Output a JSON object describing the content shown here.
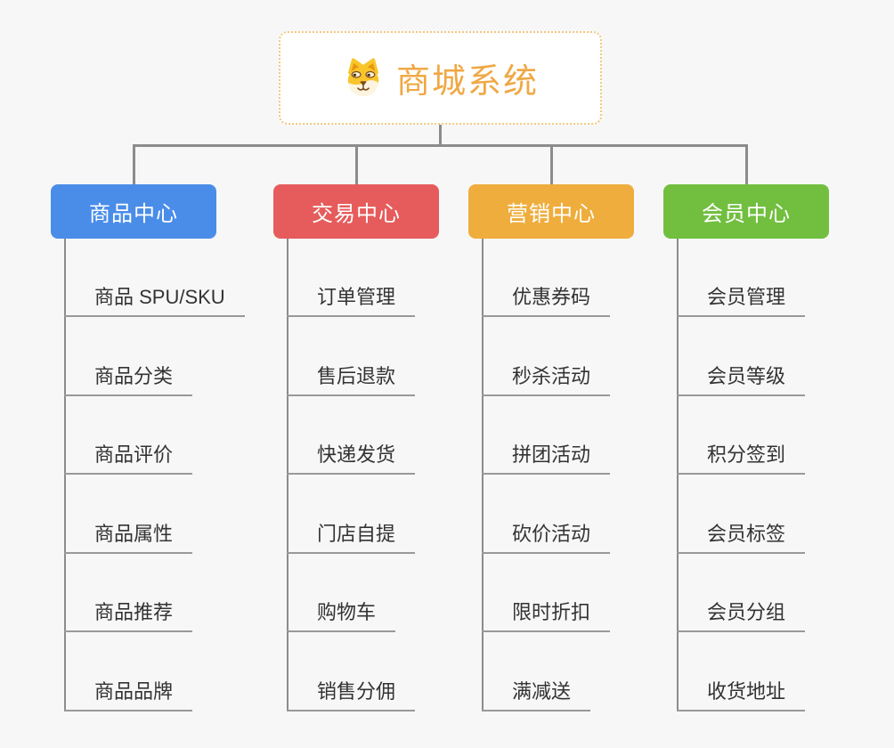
{
  "root": {
    "title": "商城系统",
    "icon": "doge-face-icon",
    "title_color": "#F0A845",
    "border_color": "#F3C87E",
    "background": "#FFFFFF"
  },
  "canvas": {
    "background": "#F7F7F7",
    "connector_color": "#8C8C8C",
    "leaf_line_color": "#999999",
    "leaf_text_color": "#333333"
  },
  "branches": [
    {
      "label": "商品中心",
      "color": "#4A8DE9",
      "items": [
        "商品 SPU/SKU",
        "商品分类",
        "商品评价",
        "商品属性",
        "商品推荐",
        "商品品牌"
      ]
    },
    {
      "label": "交易中心",
      "color": "#E65C5C",
      "items": [
        "订单管理",
        "售后退款",
        "快递发货",
        "门店自提",
        "购物车",
        "销售分佣"
      ]
    },
    {
      "label": "营销中心",
      "color": "#EFAD3D",
      "items": [
        "优惠券码",
        "秒杀活动",
        "拼团活动",
        "砍价活动",
        "限时折扣",
        "满减送"
      ]
    },
    {
      "label": "会员中心",
      "color": "#72BF40",
      "items": [
        "会员管理",
        "会员等级",
        "积分签到",
        "会员标签",
        "会员分组",
        "收货地址"
      ]
    }
  ]
}
